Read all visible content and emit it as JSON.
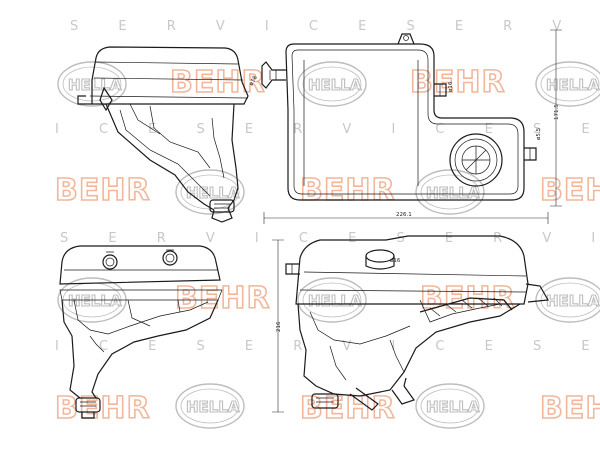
{
  "watermark": {
    "service_line_1": "S E R V I C E   S E R V I C E   S",
    "service_line_2": "I C E   S E R V I C E   S E R V I",
    "service_line_3": "S E R V I C E   S E R V I C E   S",
    "service_line_4": "I C E   S E R V I C E   S E R V I",
    "behr_brand": "BEHR",
    "hella_brand": "HELLA"
  },
  "dimensions": {
    "top_width": "226.1",
    "top_height": "171.5",
    "cap_dim": "ø16",
    "side_pipe_dim": "ø18",
    "right_pipe_dim": "ø5.5",
    "top_pipe_dim": "ø16",
    "iso_height": "216"
  }
}
